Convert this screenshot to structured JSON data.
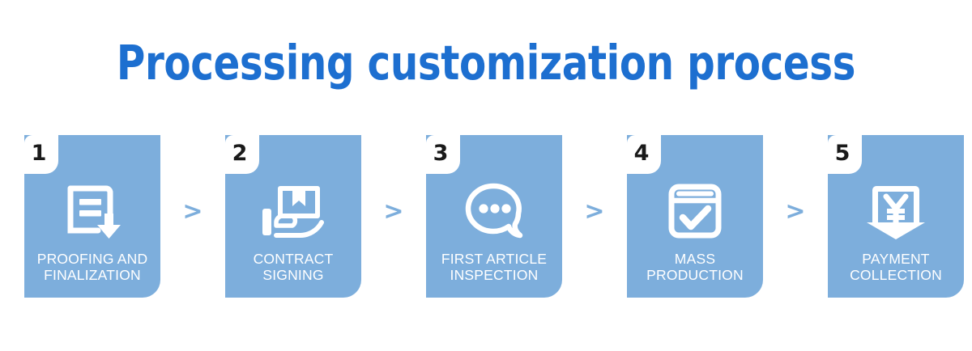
{
  "title": "Processing customization process",
  "colors": {
    "title_blue": "#1D6FD0",
    "card_blue": "#7DAEDC",
    "label_white": "#FFFFFF",
    "number_black": "#1A1A1A",
    "background": "#FFFFFF"
  },
  "separator": {
    "glyph": ">",
    "count": 4
  },
  "steps": [
    {
      "number": "1",
      "label": "PROOFING AND\nFINALIZATION",
      "icon": "document-download-icon"
    },
    {
      "number": "2",
      "label": "CONTRACT\nSIGNING",
      "icon": "hand-holding-box-icon"
    },
    {
      "number": "3",
      "label": "FIRST  ARTICLE\nINSPECTION",
      "icon": "speech-bubble-dots-icon"
    },
    {
      "number": "4",
      "label": "MASS\nPRODUCTION",
      "icon": "calendar-check-icon"
    },
    {
      "number": "5",
      "label": "PAYMENT\nCOLLECTION",
      "icon": "yen-payment-icon"
    }
  ]
}
